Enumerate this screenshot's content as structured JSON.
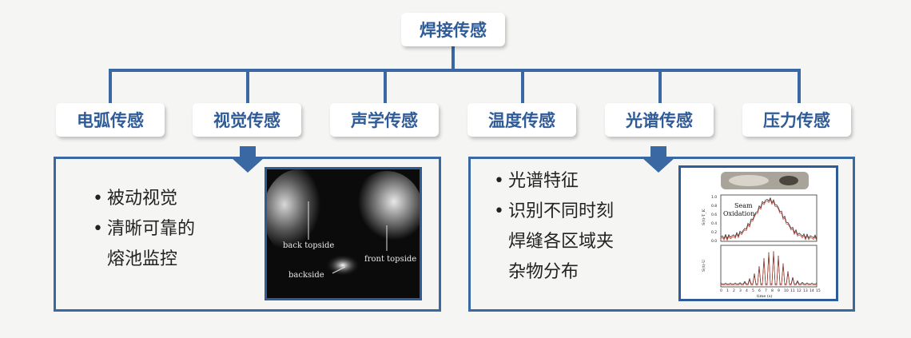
{
  "root": {
    "label": "焊接传感"
  },
  "categories": [
    {
      "id": "arc",
      "label": "电弧传感"
    },
    {
      "id": "vision",
      "label": "视觉传感"
    },
    {
      "id": "acoustic",
      "label": "声学传感"
    },
    {
      "id": "temperature",
      "label": "温度传感"
    },
    {
      "id": "spectral",
      "label": "光谱传感"
    },
    {
      "id": "pressure",
      "label": "压力传感"
    }
  ],
  "vision_panel": {
    "bullets": [
      "被动视觉",
      "清晰可靠的",
      "熔池监控"
    ],
    "image_labels": {
      "back_topside": "back topside",
      "backside": "backside",
      "front_topside": "front topside"
    }
  },
  "spectral_panel": {
    "bullets": [
      "光谱特征",
      "识别不同时刻",
      "焊缝各区域夹",
      "杂物分布"
    ],
    "chart_labels": {
      "annotation": "Seam\nOxidation",
      "ylabel_top": "S(t)-T_K",
      "ylabel_bottom": "S(t)-U",
      "xlabel": "time (s)",
      "yticks": [
        "1.0",
        "0.8",
        "0.6",
        "0.4",
        "0.2",
        "0.0"
      ],
      "xticks": [
        "0",
        "1",
        "2",
        "3",
        "4",
        "5",
        "6",
        "7",
        "8",
        "9",
        "10",
        "11",
        "12",
        "13",
        "14",
        "15"
      ]
    }
  },
  "colors": {
    "accent": "#3a68a3",
    "text_blue": "#2f5b97"
  }
}
